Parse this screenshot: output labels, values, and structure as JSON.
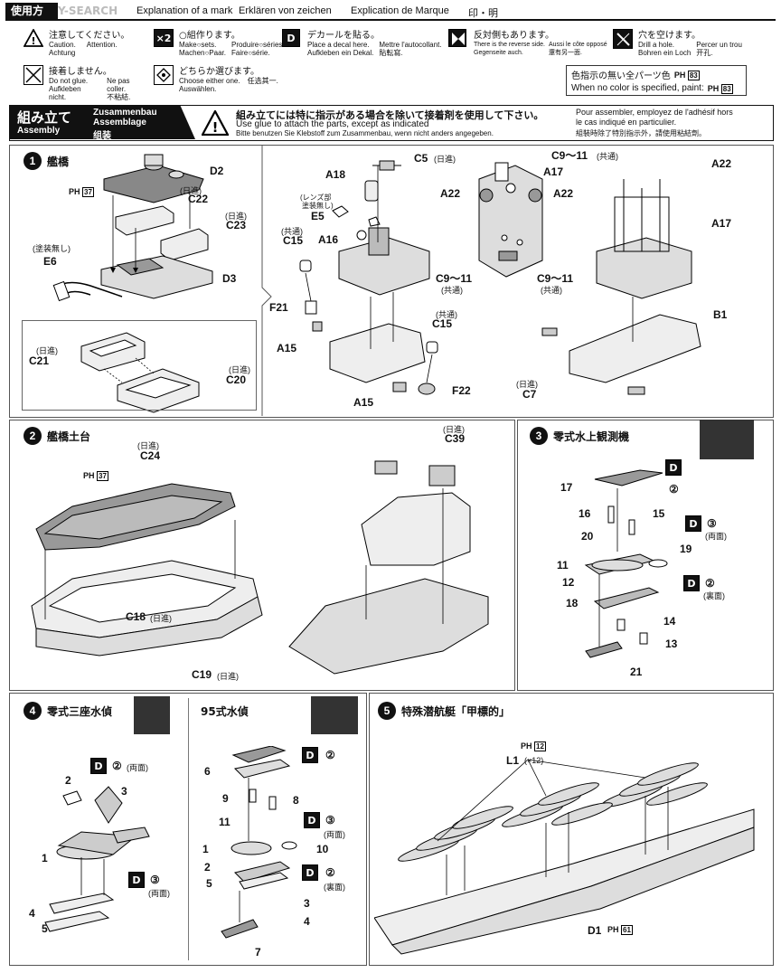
{
  "header": {
    "usage_label": "使用方",
    "watermark": "Y-SEARCH",
    "explanation": "Explanation of a mark",
    "erklaren": "Erklären von zeichen",
    "explication": "Explication de Marque",
    "jp_mark": "印・明"
  },
  "marks": [
    {
      "jp": "注意してください。",
      "lines": [
        "Caution.",
        "Achtung"
      ],
      "lines2": [
        "Attention.",
        ""
      ],
      "icon": "warning-icon"
    },
    {
      "jp": "○組作ります。",
      "lines": [
        "Make○sets.",
        "Machen○Paar."
      ],
      "lines2": [
        "Produire○séries.",
        "Faire○série."
      ],
      "icon": "x2-icon",
      "badge": "×2"
    },
    {
      "jp": "デカールを貼る。",
      "lines": [
        "Place a decal here.",
        "Aufkleben ein Dekal."
      ],
      "lines2": [
        "Mettre l'autocollant.",
        "貼転寫."
      ],
      "icon": "decal-icon",
      "badge": "D"
    },
    {
      "jp": "反対側もあります。",
      "lines": [
        "There is the reverse side.",
        "Gegenseite auch."
      ],
      "lines2": [
        "Aussi le côte opposé",
        "還有另一面."
      ],
      "icon": "reverse-side-icon"
    },
    {
      "jp": "穴を空けます。",
      "lines": [
        "Drill a hole.",
        "Bohren ein Loch"
      ],
      "lines2": [
        "Percer un trou",
        "开孔."
      ],
      "icon": "drill-icon"
    }
  ],
  "marks2": [
    {
      "jp": "接着しません。",
      "lines": [
        "Do not glue.",
        "Aufkleben nicht."
      ],
      "lines2": [
        "Ne pas coller.",
        "不粘結."
      ],
      "icon": "no-glue-icon"
    },
    {
      "jp": "どちらか選びます。",
      "lines": [
        "Choose either one.",
        "Auswählen."
      ],
      "lines2": [
        "",
        "任选其一."
      ],
      "icon": "choose-icon"
    }
  ],
  "color_note": {
    "jp": "色指示の無い全パーツ色",
    "en": "When no color is specified, paint:",
    "ph": "H",
    "num": "83"
  },
  "assembly": {
    "jp": "組み立て",
    "en": "Assembly",
    "de": "Zusammenbau",
    "fr": "Assemblage",
    "cn": "组装",
    "warn_jp": "組み立てには特に指示がある場合を除いて接着剤を使用して下さい。",
    "warn_en": "Use glue to attach the parts, except as indicated",
    "warn_de": "Bitte benutzen Sie Klebstoff zum Zusammenbau, wenn nicht anders angegeben.",
    "warn_fr1": "Pour assembler, employez de l'adhésif hors",
    "warn_fr2": "le cas indiqué en particulier.",
    "warn_cn1": "組裝時除了特別指示外，請使用粘結劑。"
  },
  "step1": {
    "num": "1",
    "title": "艦橋",
    "labels": {
      "D2": "D2",
      "C22": "C22",
      "C22n": "(日進)",
      "C23": "C23",
      "C23n": "(日進)",
      "E6": "E6",
      "E6n": "(塗装無し)",
      "D3": "D3",
      "C21": "C21",
      "C21n": "(日進)",
      "C20": "C20",
      "C20n": "(日進)",
      "ph": "H",
      "ph_num": "37",
      "C5": "C5",
      "C5n": "(日進)",
      "A18": "A18",
      "lens_note1": "(レンズ部",
      "lens_note2": "塗装無し)",
      "E5": "E5",
      "C15a": "C15",
      "C15an": "(共通)",
      "A16": "A16",
      "F21": "F21",
      "A15a": "A15",
      "A15b": "A15",
      "C15b": "C15",
      "C15bn": "(共通)",
      "F22": "F22",
      "A17a": "A17",
      "C9a": "C9～11",
      "C9an": "(共通)",
      "A22a": "A22",
      "A22b": "A22",
      "C9b": "C9～11",
      "C9bn": "(共通)",
      "C9c": "C9～11",
      "C9cn": "(共通)",
      "A22c": "A22",
      "A17b": "A17",
      "B1": "B1",
      "C7": "C7",
      "C7n": "(日進)"
    }
  },
  "step2": {
    "num": "2",
    "title": "艦橋土台",
    "labels": {
      "C24": "C24",
      "C24n": "(日進)",
      "ph": "H",
      "ph_num": "37",
      "C18": "C18",
      "C18n": "(日進)",
      "C19": "C19",
      "C19n": "(日進)",
      "C39": "C39",
      "C39n": "(日進)"
    }
  },
  "step3": {
    "num": "3",
    "title": "零式水上観測機",
    "labels": {
      "p17": "17",
      "p16": "16",
      "p15": "15",
      "p20": "20",
      "p19": "19",
      "p11": "11",
      "p12": "12",
      "p18": "18",
      "p14": "14",
      "p13": "13",
      "p21": "21",
      "d2a": "②",
      "d3": "③",
      "d3n": "(両面)",
      "d2b": "②",
      "d2bn": "(裏面)"
    }
  },
  "step4": {
    "num": "4",
    "title": "零式三座水偵",
    "labels": {
      "d2": "②",
      "d2n": "(両面)",
      "p2": "2",
      "p3": "3",
      "p1": "1",
      "d3": "③",
      "d3n": "(両面)",
      "p4": "4",
      "p5": "5"
    }
  },
  "step95": {
    "title": "95式水偵",
    "labels": {
      "p6": "6",
      "d2a": "②",
      "p9": "9",
      "p8": "8",
      "p11": "11",
      "d3": "③",
      "d3n": "(両面)",
      "p1": "1",
      "p10": "10",
      "p2": "2",
      "d2b": "②",
      "d2bn": "(裏面)",
      "p5": "5",
      "p3": "3",
      "p4": "4",
      "p7": "7"
    }
  },
  "step5": {
    "num": "5",
    "title": "特殊潜航艇「甲標的」",
    "labels": {
      "ph": "H",
      "ph_num": "12",
      "L1": "L1",
      "L1n": "(×12)",
      "D1": "D1",
      "ph2": "H",
      "ph2_num": "61"
    }
  }
}
